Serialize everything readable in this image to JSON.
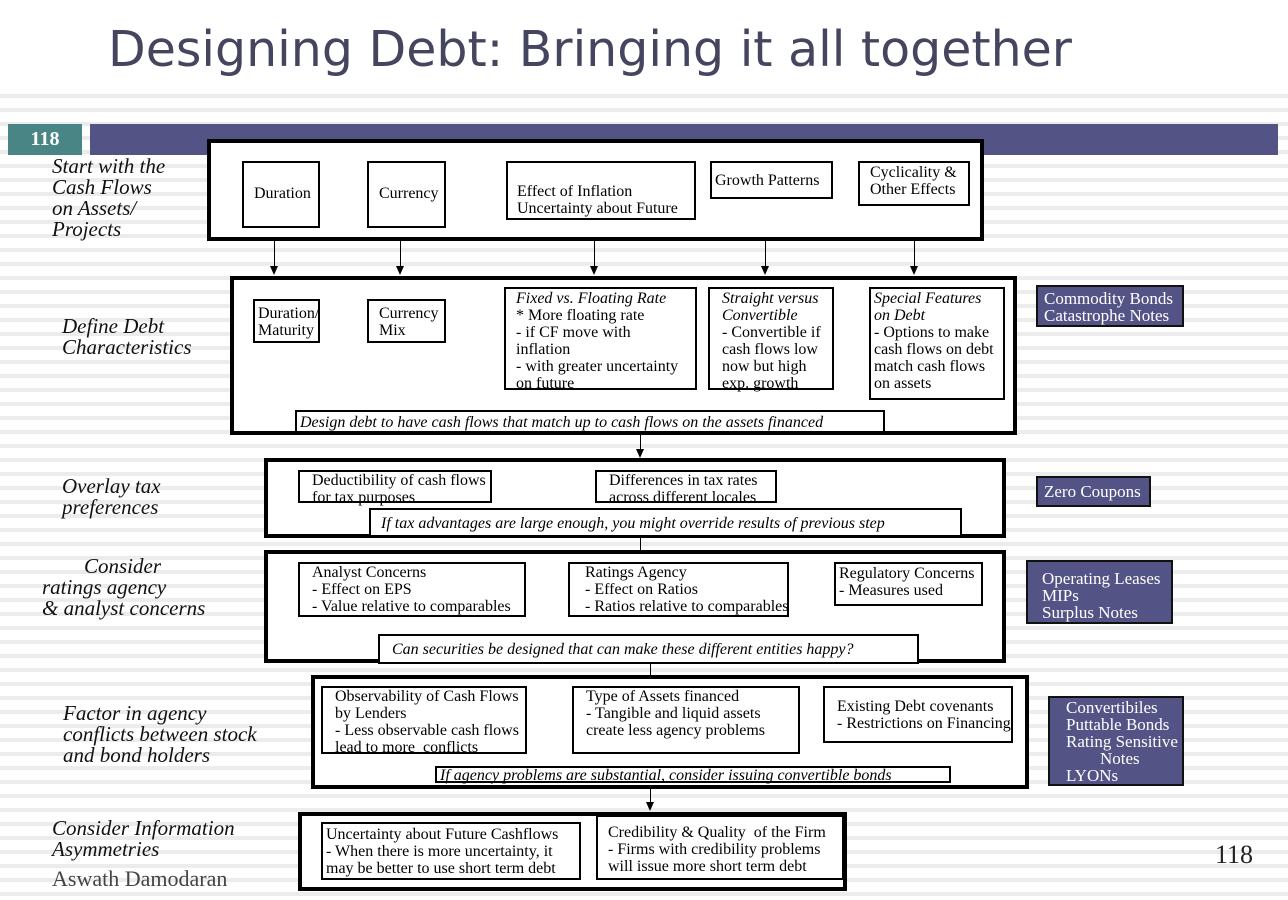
{
  "title": "Designing Debt: Bringing it all together",
  "slide_number": "118",
  "footer_author": "Aswath Damodaran",
  "page_number": "118",
  "rows": [
    {
      "label": "Start with the\nCash Flows\non Assets/\nProjects",
      "boxes": [
        "Duration",
        "Currency",
        "Effect of Inflation\nUncertainty about Future",
        "Growth Patterns",
        "Cyclicality &\nOther Effects"
      ]
    },
    {
      "label": "Define Debt\nCharacteristics",
      "boxes": [
        "Duration/\nMaturity",
        "Currency\nMix"
      ],
      "fixed_title": "Fixed vs. Floating Rate",
      "fixed_body": "* More floating rate\n- if CF move with\ninflation\n- with greater uncertainty\non future",
      "straight_title": "Straight versus\nConvertible",
      "straight_body": "- Convertible if\ncash flows low\nnow but high\nexp. growth",
      "special_title": "Special Features\non Debt",
      "special_body": "- Options to make\ncash flows on debt\nmatch cash flows\non assets",
      "note": "Design debt to have cash flows that match up to cash flows on the assets financed",
      "side": "Commodity Bonds\nCatastrophe Notes"
    },
    {
      "label": "Overlay tax\npreferences",
      "boxes": [
        "Deductibility of cash flows\nfor tax purposes",
        "Differences in tax rates\nacross different locales"
      ],
      "note": "If tax advantages are large enough, you might override results of previous step",
      "side": "Zero Coupons"
    },
    {
      "label": "        Consider\nratings agency\n& analyst concerns",
      "boxes": [
        "Analyst Concerns\n- Effect on EPS\n- Value relative to comparables",
        "Ratings Agency\n- Effect on Ratios\n- Ratios relative to comparables",
        "Regulatory Concerns\n- Measures used"
      ],
      "note": "Can securities be designed that can make these different entities happy?",
      "side": "Operating Leases\nMIPs\nSurplus Notes"
    },
    {
      "label": "Factor in agency\nconflicts between stock\nand bond holders",
      "boxes": [
        "Observability of Cash Flows\nby Lenders\n- Less observable cash flows\nlead to more  conflicts",
        "Type of Assets financed\n- Tangible and liquid assets\ncreate less agency problems",
        "Existing Debt covenants\n- Restrictions on Financing"
      ],
      "note": "If agency problems are substantial, consider issuing convertible bonds",
      "side": "Convertibiles\nPuttable Bonds\nRating Sensitive\n        Notes\nLYONs"
    },
    {
      "label": "Consider Information\nAsymmetries",
      "boxes": [
        "Uncertainty about Future Cashflows\n- When there is more uncertainty, it\nmay be better to use short term debt",
        "Credibility & Quality  of the Firm\n- Firms with credibility problems\nwill issue more short term debt"
      ]
    }
  ]
}
